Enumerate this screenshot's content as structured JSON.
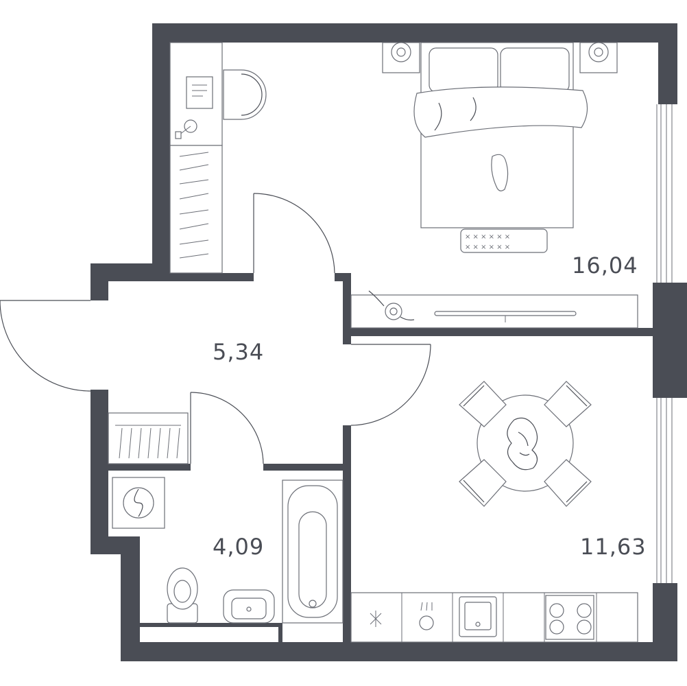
{
  "rooms": [
    {
      "id": "bedroom",
      "area": "16,04"
    },
    {
      "id": "hall",
      "area": "5,34"
    },
    {
      "id": "bathroom",
      "area": "4,09"
    },
    {
      "id": "kitchen",
      "area": "11,63"
    }
  ],
  "colors": {
    "wall": "#4a4d55",
    "line": "#6b6e76",
    "background": "#ffffff"
  }
}
